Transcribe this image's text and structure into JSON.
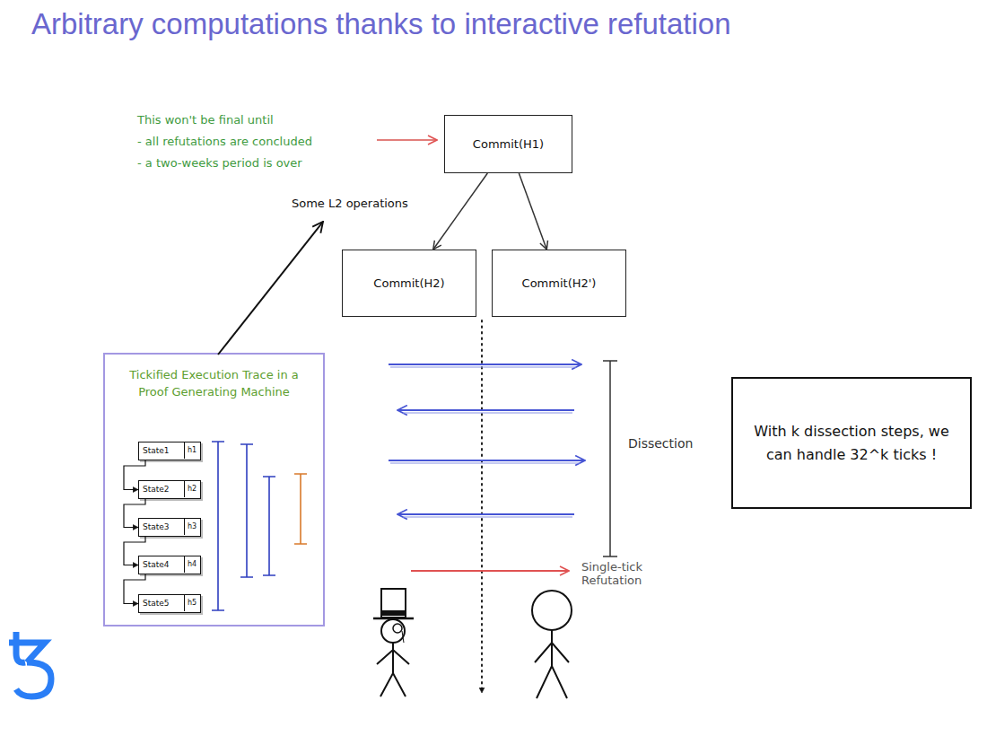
{
  "diagram": {
    "title": "Arbitrary computations thanks to interactive refutation",
    "nodes": [
      {
        "text": [
          "Commit(H1)"
        ]
      },
      {
        "text": [
          "Commit(H2)"
        ]
      },
      {
        "text": [
          "Commit(H2')"
        ]
      },
      {
        "text": [
          "Tickified Execution Trace in a Proof Generating Machine"
        ]
      },
      {
        "text": [
          "State1"
        ],
        "in": 3
      },
      {
        "text": [
          "h1"
        ],
        "in": 4
      },
      {
        "text": [
          "State2"
        ],
        "in": 3
      },
      {
        "text": [
          "h2"
        ],
        "in": 6
      },
      {
        "text": [
          "State3"
        ],
        "in": 3
      },
      {
        "text": [
          "h3"
        ],
        "in": 8
      },
      {
        "text": [
          "State4"
        ],
        "in": 3
      },
      {
        "text": [
          "h4"
        ],
        "in": 10
      },
      {
        "text": [
          "State5"
        ],
        "in": 3
      },
      {
        "text": [
          "h5"
        ],
        "in": 12
      },
      {
        "text": [
          "With k dissection steps, we can handle 32^k ticks !"
        ]
      }
    ],
    "edges": [
      {
        "from": 0,
        "to": 1,
        "arrow": "to"
      },
      {
        "from": 0,
        "to": 2,
        "arrow": "to"
      },
      {
        "from": 4,
        "to": 6,
        "arrow": "to"
      },
      {
        "from": 6,
        "to": 8,
        "arrow": "to"
      },
      {
        "from": 8,
        "to": 10,
        "arrow": "to"
      },
      {
        "from": 10,
        "to": 12,
        "arrow": "to"
      }
    ],
    "labels": [
      "This won't be final until",
      "- all refutations are concluded",
      "- a two-weeks period is over",
      "Some L2 operations",
      "Dissection",
      "Single-tick Refutation"
    ]
  }
}
